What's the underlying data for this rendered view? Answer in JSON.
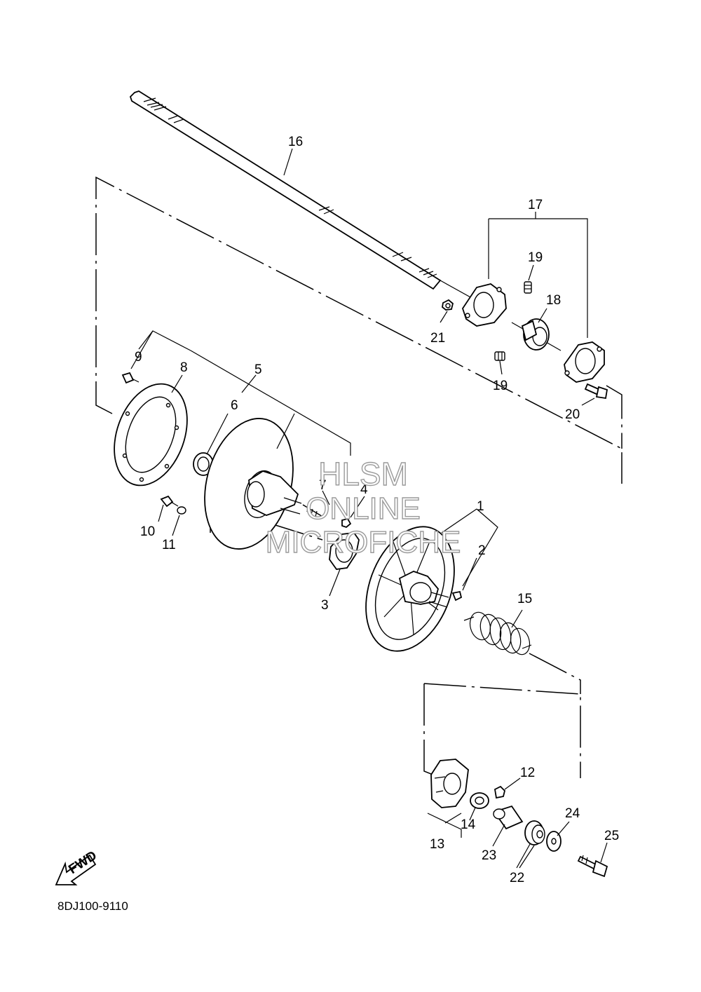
{
  "callouts": [
    "1",
    "2",
    "3",
    "4",
    "5",
    "6",
    "7",
    "8",
    "9",
    "10",
    "11",
    "12",
    "13",
    "14",
    "15",
    "16",
    "17",
    "18",
    "19",
    "19",
    "20",
    "21",
    "22",
    "23",
    "24",
    "25"
  ],
  "watermark": {
    "line1": "HLSM",
    "line2": "ONLINE",
    "line3": "MICROFICHE"
  },
  "fwd_label": "FWD",
  "diagram_code": "8DJ100-9110"
}
